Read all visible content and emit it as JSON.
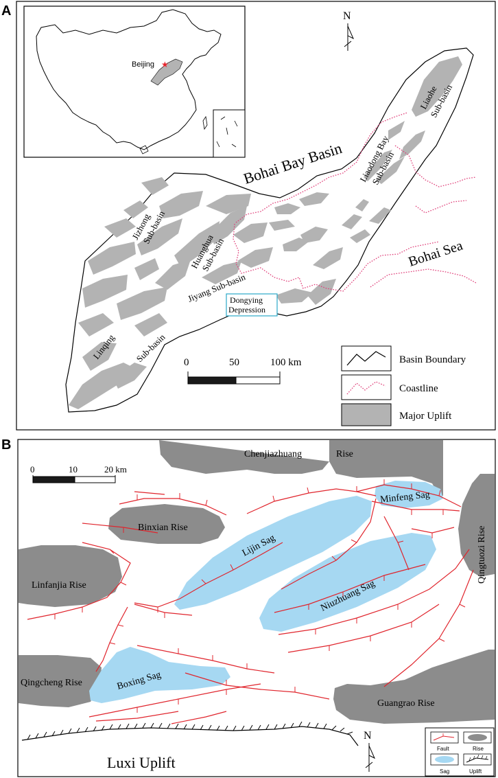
{
  "panel_a": {
    "letter": "A",
    "inset": {
      "capital": "Beijing"
    },
    "north": "N",
    "basin_title": "Bohai Bay Basin",
    "sea_label": "Bohai Sea",
    "sub_basins": {
      "liaohe_1": "Liaohe",
      "liaohe_2": "Sub-basin",
      "liaodong_1": "Liaodong Bay",
      "liaodong_2": "Sub-basin",
      "jizhong_1": "Jizhong",
      "jizhong_2": "Sub-basin",
      "huanghua_1": "Huanghua",
      "huanghua_2": "Sub-basin",
      "jiyang": "Jiyang Sub-basin",
      "linqing_1": "Linqing",
      "linqing_2": "Sub-basin"
    },
    "dongying_1": "Dongying",
    "dongying_2": "Depression",
    "scale": {
      "t0": "0",
      "t1": "50",
      "t2": "100 km"
    },
    "legend": {
      "basin_boundary": "Basin Boundary",
      "coastline": "Coastline",
      "major_uplift": "Major Uplift"
    },
    "colors": {
      "uplift": "#b3b3b3",
      "coastline": "#e0407a",
      "dongying_box": "#2aa8c8"
    }
  },
  "panel_b": {
    "letter": "B",
    "rises": {
      "chenjiazhuang_1": "Chenjiazhuang",
      "chenjiazhuang_2": "Rise",
      "binxian": "Binxian Rise",
      "linfanjia": "Linfanjia Rise",
      "qingtuozi": "Qingtuozi Rise",
      "qingcheng": "Qingcheng Rise",
      "guangrao": "Guangrao Rise"
    },
    "sags": {
      "minfeng": "Minfeng Sag",
      "lijin": "Lijin Sag",
      "niuzhuang": "Niuzhuang Sag",
      "boxing": "Boxing Sag"
    },
    "uplift": "Luxi Uplift",
    "north": "N",
    "scale": {
      "t0": "0",
      "t1": "10",
      "t2": "20 km"
    },
    "legend": {
      "fault": "Fault",
      "rise": "Rise",
      "sag": "Sag",
      "uplift": "Uplift"
    },
    "colors": {
      "rise": "#8c8c8c",
      "sag": "#a6d8f2",
      "fault": "#e0242c"
    }
  }
}
